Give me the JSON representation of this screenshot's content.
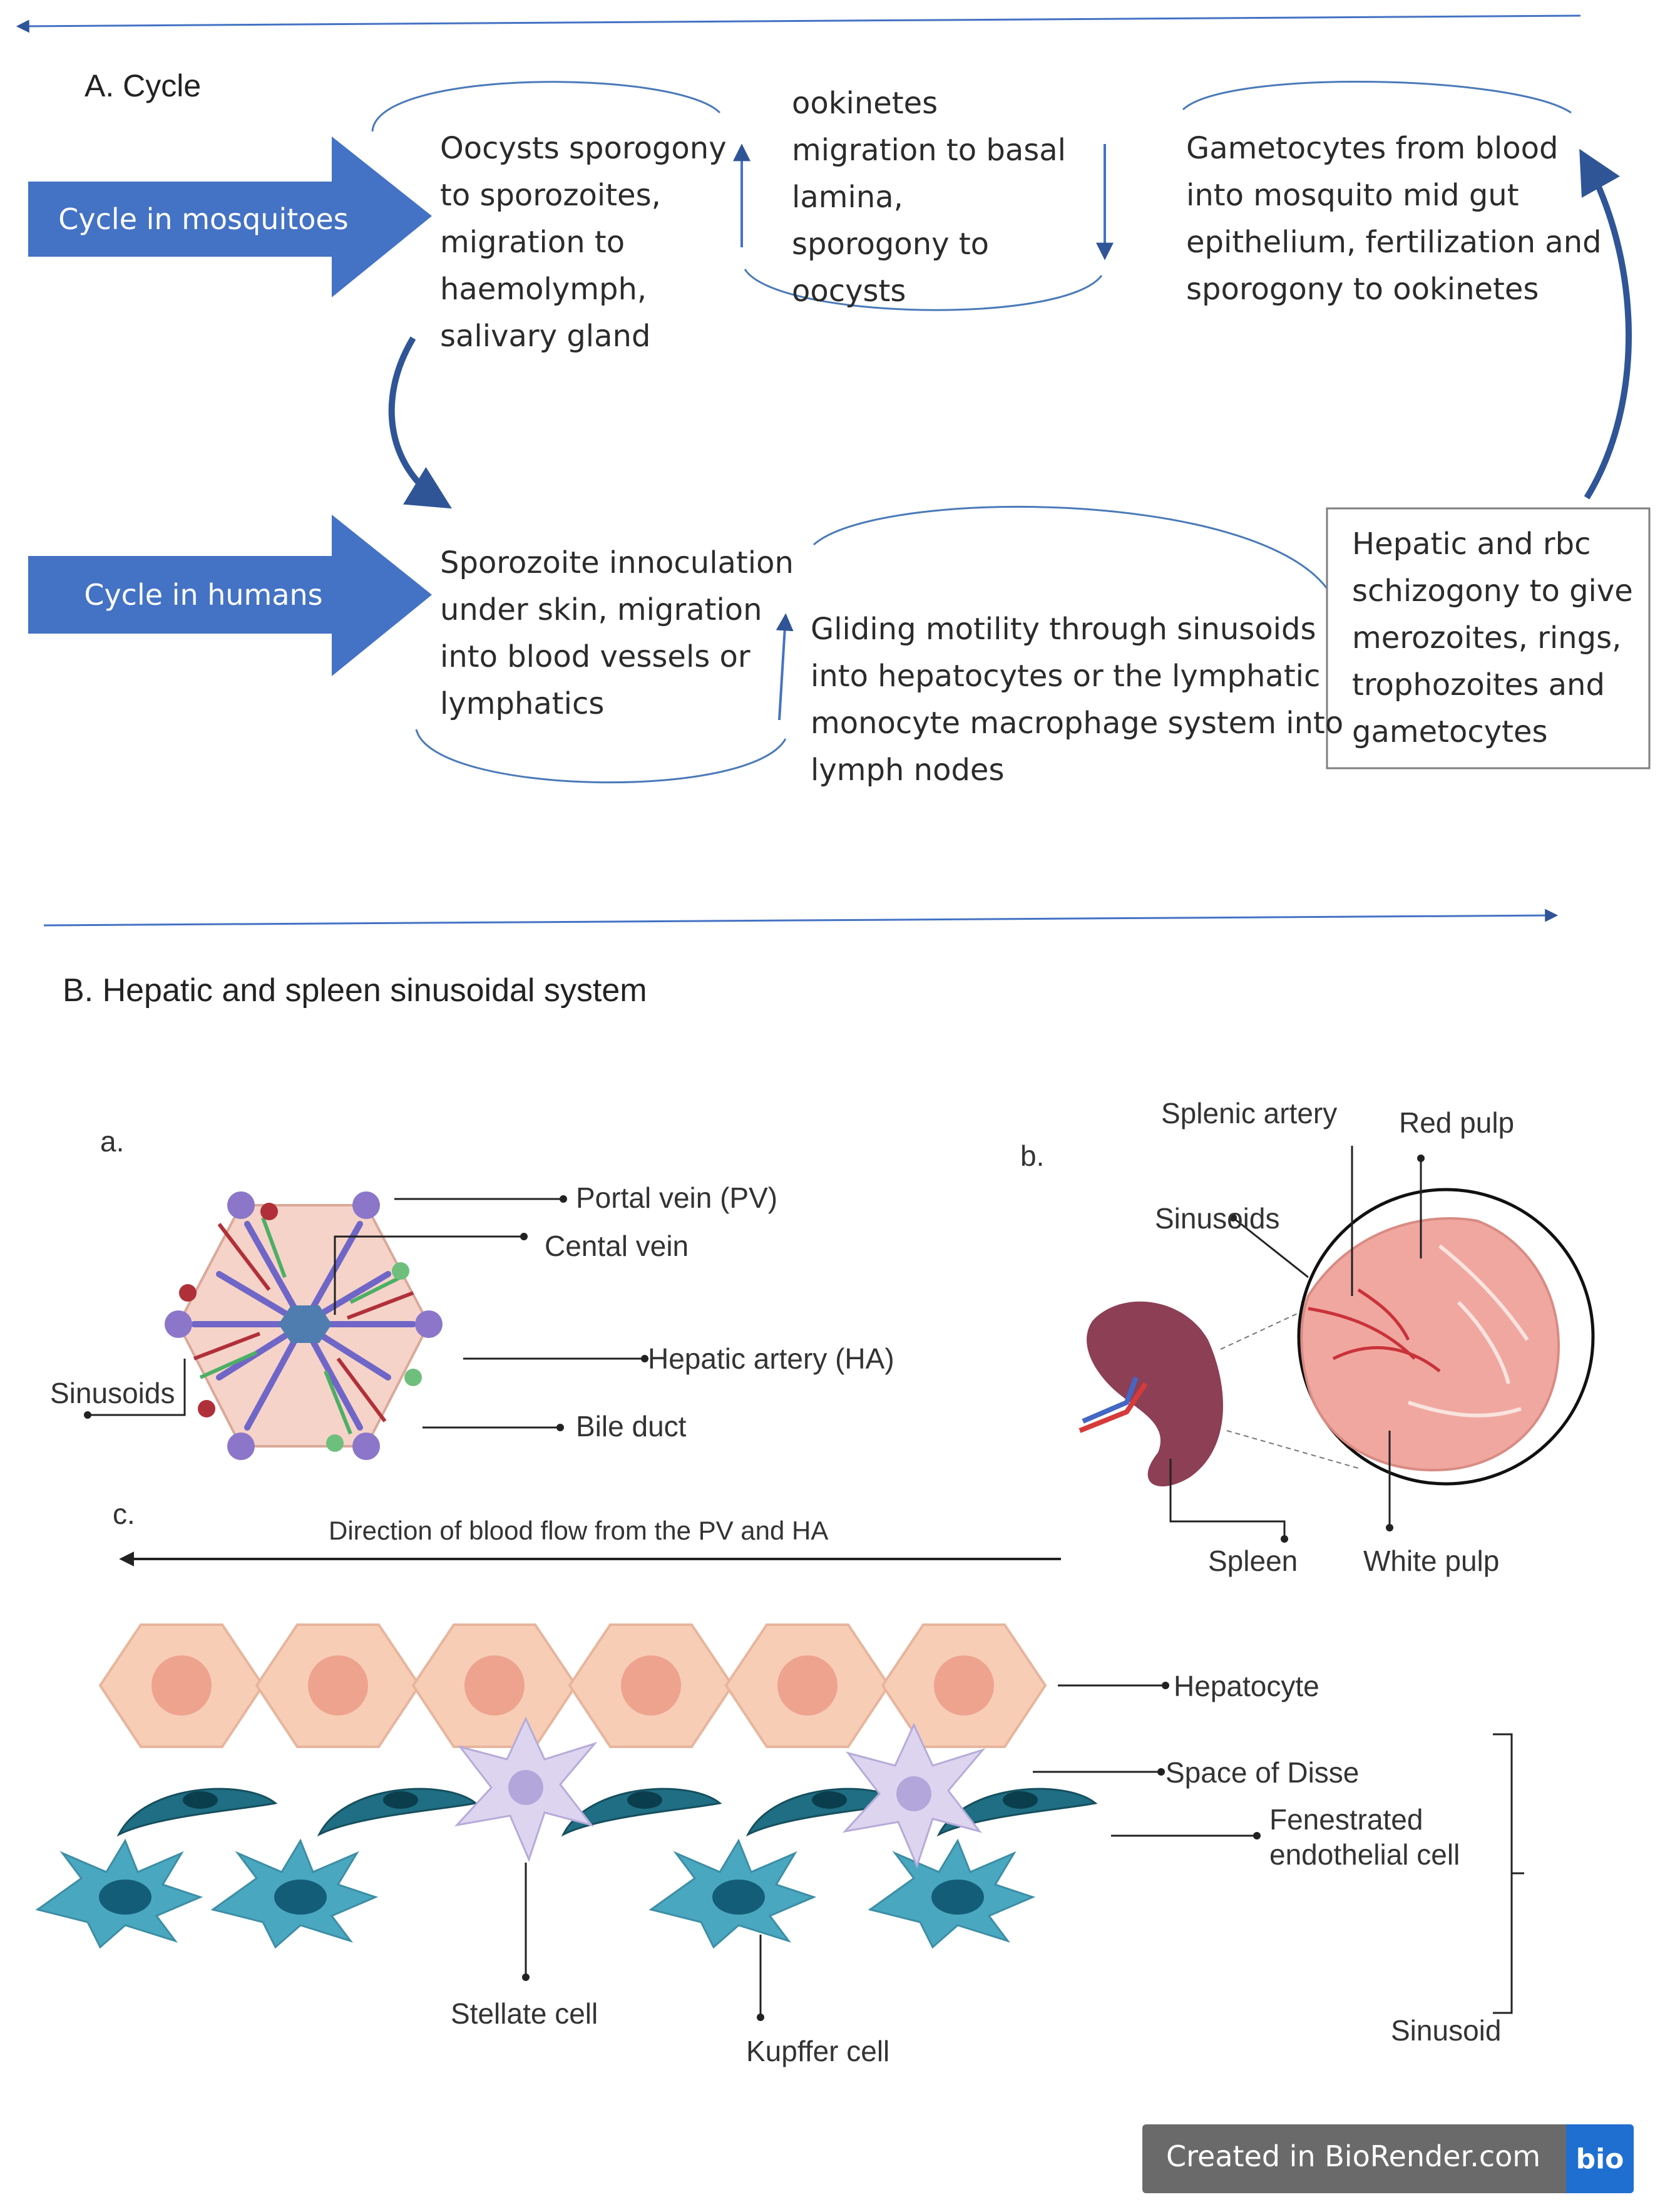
{
  "section_a": {
    "heading": "A.   Cycle",
    "arrow_mosquitoes": "Cycle in mosquitoes",
    "arrow_humans": "Cycle in humans",
    "box_oocysts": "Oocysts sporogony\nto sporozoites,\nmigration to\nhaemolymph,\nsalivary gland",
    "box_ookinetes": "ookinetes\nmigration to basal\nlamina,\nsporogony to\noocysts",
    "box_gametocytes": "Gametocytes from blood\ninto mosquito mid gut\nepithelium, fertilization and\nsporogony to ookinetes",
    "box_sporozoite": "Sporozoite innoculation\nunder skin, migration\ninto blood vessels or\nlymphatics",
    "box_gliding": "Gliding motility through sinusoids\ninto hepatocytes or the lymphatic\nmonocyte macrophage system into\nlymph nodes",
    "box_hepatic": "Hepatic and rbc\nschizogony to give\nmerozoites, rings,\ntrophozoites and\ngametocytes",
    "colors": {
      "arrow_fill": "#4472c4",
      "line": "#2f5597",
      "box_border": "#7f7f7f"
    }
  },
  "section_b": {
    "heading": "B.    Hepatic and spleen sinusoidal system",
    "panel_a": {
      "letter": "a.",
      "labels": {
        "portal_vein": "Portal vein (PV)",
        "central_vein": "Cental vein",
        "hepatic_artery": "Hepatic artery (HA)",
        "bile_duct": "Bile duct",
        "sinusoids": "Sinusoids"
      }
    },
    "panel_b": {
      "letter": "b.",
      "labels": {
        "splenic_artery": "Splenic artery",
        "red_pulp": "Red pulp",
        "sinusoids": "Sinusoids",
        "spleen": "Spleen",
        "white_pulp": "White pulp"
      }
    },
    "panel_c": {
      "letter": "c.",
      "flow_text": "Direction of blood flow from the PV and HA",
      "labels": {
        "hepatocyte": "Hepatocyte",
        "space_of_disse": "Space of Disse",
        "fenestrated": "Fenestrated\nendothelial cell",
        "sinusoid": "Sinusoid",
        "stellate": "Stellate cell",
        "kupffer": "Kupffer cell"
      }
    }
  },
  "badge": {
    "text": "Created in BioRender.com",
    "logo": "bio"
  }
}
